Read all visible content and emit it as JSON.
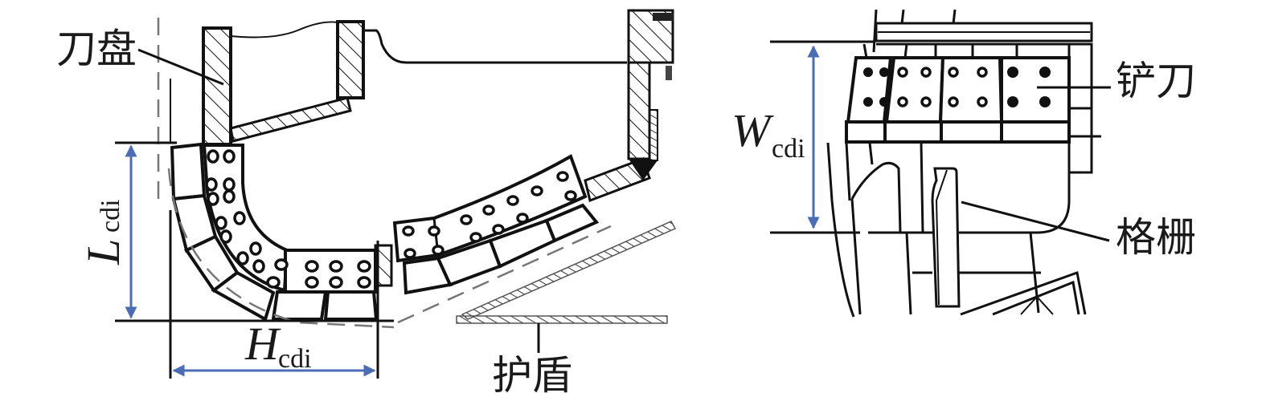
{
  "figure": {
    "left_panel": {
      "labels": {
        "cutterhead": "刀盘",
        "shield": "护盾"
      },
      "dimensions": {
        "length": {
          "symbol": "L",
          "subscript": "cdi"
        },
        "height": {
          "symbol": "H",
          "subscript": "cdi"
        }
      }
    },
    "right_panel": {
      "labels": {
        "scraper": "铲刀",
        "grille": "格栅"
      },
      "dimensions": {
        "width": {
          "symbol": "W",
          "subscript": "cdi"
        }
      }
    },
    "colors": {
      "dimension_arrow": "#4a6db5",
      "line": "#111111",
      "dashed": "#777777"
    }
  }
}
